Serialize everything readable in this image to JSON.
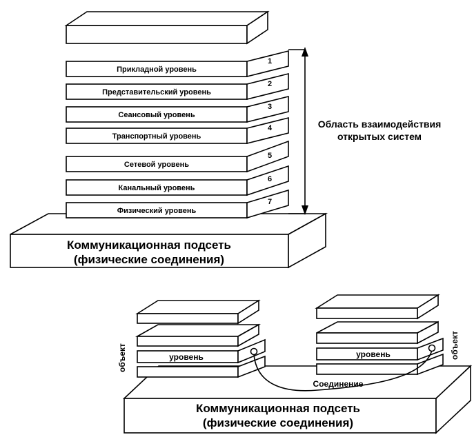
{
  "osi_stack": {
    "levels": [
      {
        "number": "1",
        "label": "Прикладной уровень"
      },
      {
        "number": "2",
        "label": "Представительский уровень"
      },
      {
        "number": "3",
        "label": "Сеансовый уровень"
      },
      {
        "number": "4",
        "label": "Транспортный уровень"
      },
      {
        "number": "5",
        "label": "Сетевой уровень"
      },
      {
        "number": "6",
        "label": "Канальный уровень"
      },
      {
        "number": "7",
        "label": "Физический уровень"
      }
    ],
    "interaction_area": {
      "line1": "Область взаимодействия",
      "line2": "открытых систем"
    }
  },
  "subnet_top": {
    "line1": "Коммуникационная подсеть",
    "line2": "(физические соединения)"
  },
  "bottom_diagram": {
    "left_object": "объект",
    "right_object": "объект",
    "left_level": "уровень",
    "right_level": "уровень",
    "connection": "Соединение",
    "subnet": {
      "line1": "Коммуникационная подсеть",
      "line2": "(физические соединения)"
    }
  }
}
